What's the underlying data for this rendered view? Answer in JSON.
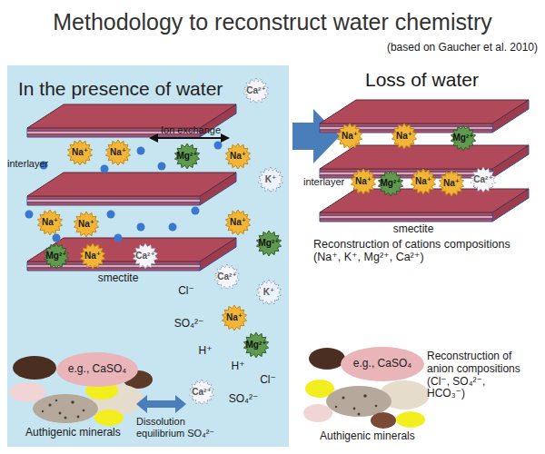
{
  "diagram": {
    "title": "Methodology to reconstruct water chemistry",
    "nodes": [
      {
        "text": [
          "In the presence of water"
        ]
      },
      {
        "text": [
          "Ca²⁺"
        ],
        "in": 0
      },
      {
        "text": [
          "Na⁺"
        ],
        "in": 0
      },
      {
        "text": [
          "Na⁺"
        ],
        "in": 0
      },
      {
        "text": [
          "Mg²⁺"
        ],
        "in": 0
      },
      {
        "text": [
          "Na⁺"
        ],
        "in": 0
      },
      {
        "text": [
          "K⁺"
        ],
        "in": 0
      },
      {
        "text": [
          "Na⁺"
        ],
        "in": 0
      },
      {
        "text": [
          "Na⁺"
        ],
        "in": 0
      },
      {
        "text": [
          "Na⁺"
        ],
        "in": 0
      },
      {
        "text": [
          "Mg²⁺"
        ],
        "in": 0
      },
      {
        "text": [
          "Mg²⁺"
        ],
        "in": 0
      },
      {
        "text": [
          "Na⁺"
        ],
        "in": 0
      },
      {
        "text": [
          "Ca²⁺"
        ],
        "in": 0
      },
      {
        "text": [
          "Ca²⁺"
        ],
        "in": 0
      },
      {
        "text": [
          "K⁺"
        ],
        "in": 0
      },
      {
        "text": [
          "Na⁺"
        ],
        "in": 0
      },
      {
        "text": [
          "Mg²⁺"
        ],
        "in": 0
      },
      {
        "text": [
          "e.g., CaSO₄"
        ],
        "in": 0
      },
      {
        "text": [
          "Ca²⁺"
        ],
        "in": 0
      },
      {
        "text": [
          "Na⁺"
        ]
      },
      {
        "text": [
          "Na⁺"
        ]
      },
      {
        "text": [
          "Mg²⁺"
        ]
      },
      {
        "text": [
          "Na⁺"
        ]
      },
      {
        "text": [
          "Mg²⁺"
        ]
      },
      {
        "text": [
          "Na⁺"
        ]
      },
      {
        "text": [
          "Na⁺"
        ]
      },
      {
        "text": [
          "Ca²⁺"
        ]
      },
      {
        "text": [
          "e.g., CaSO₄"
        ]
      }
    ],
    "labels": [
      "(based on Gaucher et al. 2010)",
      "Loss of water",
      "interlayer",
      "Ion exchange",
      "smectite",
      "Cl⁻",
      "SO₄²⁻",
      "H⁺",
      "H⁺",
      "Cl⁻",
      "Dissolution equilibrium SO₄²⁻",
      "SO₄²⁻",
      "Authigenic minerals",
      "interlayer",
      "smectite",
      "Reconstruction of cations compositions (Na⁺, K⁺, Mg²⁺, Ca²⁺)",
      "Reconstruction of anion compositions (Cl⁻, SO₄²⁻, HCO₃⁻)",
      "Authigenic minerals"
    ]
  }
}
